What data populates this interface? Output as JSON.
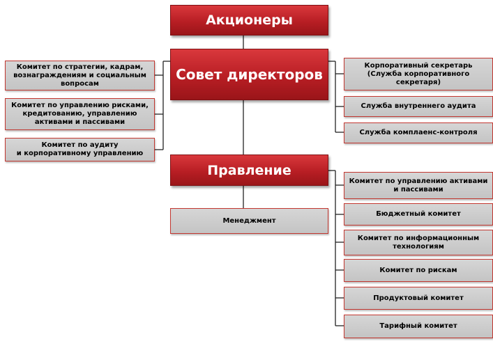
{
  "top": {
    "shareholders": "Акционеры",
    "board": "Совет директоров",
    "management_board": "Правление"
  },
  "board_committees": [
    "Комитет  по стратегии, кадрам,\nвознаграждениям и социальным\nвопросам",
    "Комитет по управлению рисками,\nкредитованию, управлению\nактивами и пассивами",
    "Комитет по аудиту\nи корпоративному управлению"
  ],
  "board_services": [
    "Корпоративный секретарь\n(Служба корпоративного\nсекретаря)",
    "Служба внутреннего аудита",
    "Служба комплаенс-контроля"
  ],
  "management": "Менеджмент",
  "management_committees": [
    "Комитет по управлению активами\nи пассивами",
    "Бюджетный комитет",
    "Комитет по информационным\nтехнологиям",
    "Комитет по рискам",
    "Продуктовый комитет",
    "Тарифный комитет"
  ]
}
